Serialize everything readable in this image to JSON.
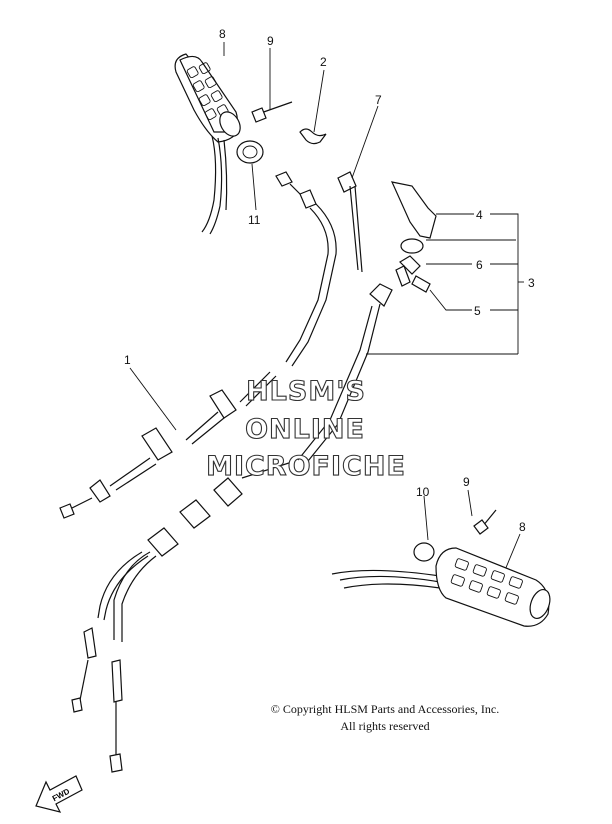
{
  "callouts": {
    "c1": "1",
    "c2": "2",
    "c3": "3",
    "c4": "4",
    "c5": "5",
    "c6": "6",
    "c7": "7",
    "c8_top": "8",
    "c8_bottom": "8",
    "c9_top": "9",
    "c9_bottom": "9",
    "c10": "10",
    "c11": "11"
  },
  "watermark": {
    "line1": "HLSM'S",
    "line2": "ONLINE",
    "line3": "MICROFICHE"
  },
  "copyright": {
    "line1": "© Copyright HLSM Parts and Accessories, Inc.",
    "line2": "All rights reserved"
  },
  "fwd_label": "FWD"
}
